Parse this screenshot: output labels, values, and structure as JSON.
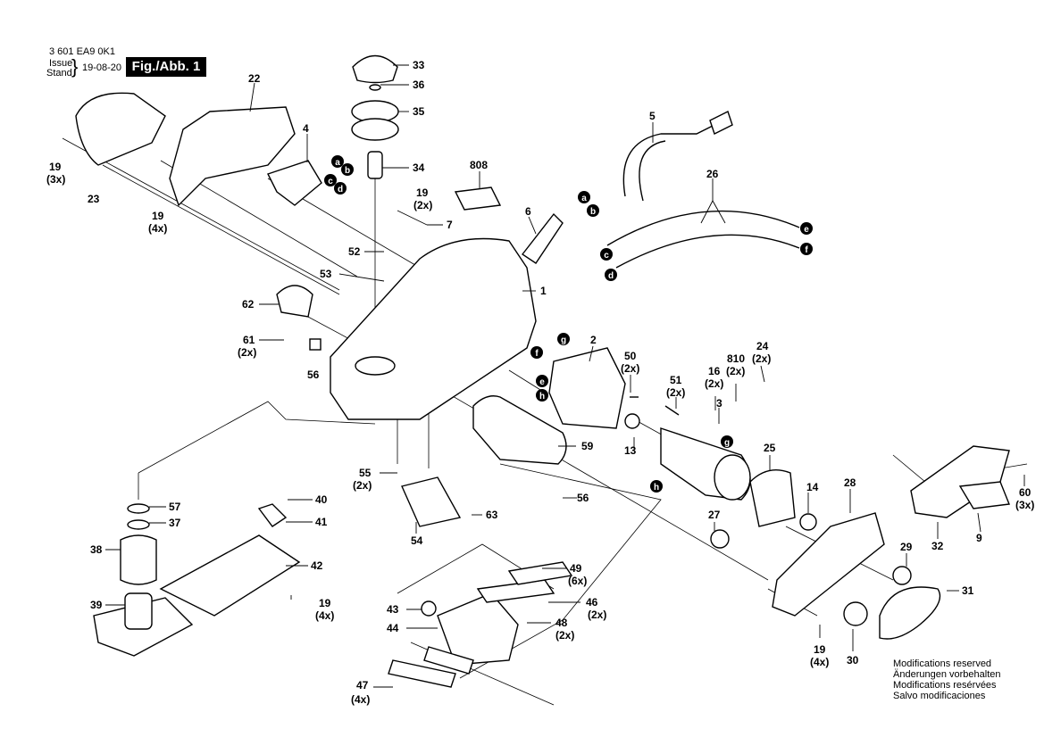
{
  "header": {
    "doc_number": "3 601 EA9 0K1",
    "issue_label": "Issue",
    "stand_label": "Stand",
    "date": "19-08-20",
    "figure": "Fig./Abb. 1"
  },
  "notes": [
    "Modifications reserved",
    "Änderungen vorbehalten",
    "Modifications resérvées",
    "Salvo modificaciones"
  ],
  "callouts": [
    {
      "id": "p33",
      "text": "33"
    },
    {
      "id": "p36",
      "text": "36"
    },
    {
      "id": "p35",
      "text": "35"
    },
    {
      "id": "p34",
      "text": "34"
    },
    {
      "id": "p22",
      "text": "22"
    },
    {
      "id": "p4",
      "text": "4"
    },
    {
      "id": "p5",
      "text": "5"
    },
    {
      "id": "p808",
      "text": "808"
    },
    {
      "id": "p26",
      "text": "26"
    },
    {
      "id": "p19a",
      "text": "19"
    },
    {
      "id": "p19a_q",
      "text": "(3x)"
    },
    {
      "id": "p23",
      "text": "23"
    },
    {
      "id": "p19b",
      "text": "19"
    },
    {
      "id": "p19b_q",
      "text": "(4x)"
    },
    {
      "id": "p19c",
      "text": "19"
    },
    {
      "id": "p19c_q",
      "text": "(2x)"
    },
    {
      "id": "p6",
      "text": "6"
    },
    {
      "id": "p7",
      "text": "7"
    },
    {
      "id": "p52",
      "text": "52"
    },
    {
      "id": "p53",
      "text": "53"
    },
    {
      "id": "p1",
      "text": "1"
    },
    {
      "id": "p62",
      "text": "62"
    },
    {
      "id": "p61",
      "text": "61"
    },
    {
      "id": "p61_q",
      "text": "(2x)"
    },
    {
      "id": "p56a",
      "text": "56"
    },
    {
      "id": "p2",
      "text": "2"
    },
    {
      "id": "p50",
      "text": "50"
    },
    {
      "id": "p50_q",
      "text": "(2x)"
    },
    {
      "id": "p51",
      "text": "51"
    },
    {
      "id": "p51_q",
      "text": "(2x)"
    },
    {
      "id": "p16",
      "text": "16"
    },
    {
      "id": "p16_q",
      "text": "(2x)"
    },
    {
      "id": "p810",
      "text": "810"
    },
    {
      "id": "p810_q",
      "text": "(2x)"
    },
    {
      "id": "p24",
      "text": "24"
    },
    {
      "id": "p24_q",
      "text": "(2x)"
    },
    {
      "id": "p3",
      "text": "3"
    },
    {
      "id": "p13",
      "text": "13"
    },
    {
      "id": "p59",
      "text": "59"
    },
    {
      "id": "p25",
      "text": "25"
    },
    {
      "id": "p14",
      "text": "14"
    },
    {
      "id": "p28",
      "text": "28"
    },
    {
      "id": "p60",
      "text": "60"
    },
    {
      "id": "p60_q",
      "text": "(3x)"
    },
    {
      "id": "p32",
      "text": "32"
    },
    {
      "id": "p9",
      "text": "9"
    },
    {
      "id": "p55",
      "text": "55"
    },
    {
      "id": "p55_q",
      "text": "(2x)"
    },
    {
      "id": "p56b",
      "text": "56"
    },
    {
      "id": "p27",
      "text": "27"
    },
    {
      "id": "p57",
      "text": "57"
    },
    {
      "id": "p37",
      "text": "37"
    },
    {
      "id": "p40",
      "text": "40"
    },
    {
      "id": "p41",
      "text": "41"
    },
    {
      "id": "p63",
      "text": "63"
    },
    {
      "id": "p54",
      "text": "54"
    },
    {
      "id": "p38",
      "text": "38"
    },
    {
      "id": "p42",
      "text": "42"
    },
    {
      "id": "p19d",
      "text": "19"
    },
    {
      "id": "p19d_q",
      "text": "(4x)"
    },
    {
      "id": "p39",
      "text": "39"
    },
    {
      "id": "p49",
      "text": "49"
    },
    {
      "id": "p49_q",
      "text": "(6x)"
    },
    {
      "id": "p46",
      "text": "46"
    },
    {
      "id": "p46_q",
      "text": "(2x)"
    },
    {
      "id": "p43",
      "text": "43"
    },
    {
      "id": "p48",
      "text": "48"
    },
    {
      "id": "p48_q",
      "text": "(2x)"
    },
    {
      "id": "p44",
      "text": "44"
    },
    {
      "id": "p47",
      "text": "47"
    },
    {
      "id": "p47_q",
      "text": "(4x)"
    },
    {
      "id": "p29",
      "text": "29"
    },
    {
      "id": "p31",
      "text": "31"
    },
    {
      "id": "p19e",
      "text": "19"
    },
    {
      "id": "p19e_q",
      "text": "(4x)"
    },
    {
      "id": "p30",
      "text": "30"
    }
  ],
  "connectors": [
    {
      "id": "c_a1",
      "letter": "a"
    },
    {
      "id": "c_b1",
      "letter": "b"
    },
    {
      "id": "c_c1",
      "letter": "c"
    },
    {
      "id": "c_d1",
      "letter": "d"
    },
    {
      "id": "c_a2",
      "letter": "a"
    },
    {
      "id": "c_b2",
      "letter": "b"
    },
    {
      "id": "c_e1",
      "letter": "e"
    },
    {
      "id": "c_f1",
      "letter": "f"
    },
    {
      "id": "c_c2",
      "letter": "c"
    },
    {
      "id": "c_d2",
      "letter": "d"
    },
    {
      "id": "c_f2",
      "letter": "f"
    },
    {
      "id": "c_g1",
      "letter": "g"
    },
    {
      "id": "c_e2",
      "letter": "e"
    },
    {
      "id": "c_h1",
      "letter": "h"
    },
    {
      "id": "c_g2",
      "letter": "g"
    },
    {
      "id": "c_h2",
      "letter": "h"
    }
  ]
}
